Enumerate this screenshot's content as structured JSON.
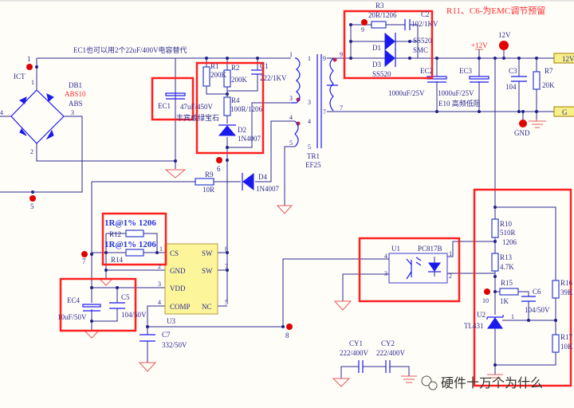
{
  "title_note": "EC1也可以用2个22uF/400V电容替代",
  "emc_note": "R11、C6-为EMC调节预留",
  "watermark": "硬件十万个为什么",
  "colors": {
    "wire": "#2b2b8f",
    "component": "#1a1aee",
    "highlight_box": "#ff2020",
    "ground": "#e55a5a",
    "test_point": "#e00000",
    "ic_fill": "#fcf59a",
    "connector_fill": "#f7f08a"
  },
  "input": {
    "tp1": "1",
    "tp5": "5",
    "ict": "ICT",
    "db1": {
      "ref": "DB1",
      "part_alt": "ABS10",
      "part": "ABS",
      "pin1": "1",
      "pin2": "2",
      "pin3": "3",
      "pin4": "4"
    },
    "ec1": {
      "ref": "EC1",
      "value": "47uF/450V",
      "brand": "丰宾或绿宝石"
    }
  },
  "snubber": {
    "r1": {
      "ref": "R1",
      "value": "200K"
    },
    "r2": {
      "ref": "R2",
      "value": "200K"
    },
    "c1": {
      "ref": "C1",
      "value": "222/1KV"
    },
    "r4": {
      "ref": "R4",
      "value": "100R/1206"
    },
    "d2": {
      "ref": "D2",
      "value": "1N4007"
    }
  },
  "tp6": "6",
  "tp7": "7",
  "tp8": "8",
  "tp9": "9",
  "tp10": "10",
  "r9": {
    "ref": "R9",
    "value": "10R"
  },
  "d4": {
    "ref": "D4",
    "value": "1N4007"
  },
  "transformer": {
    "ref": "TR1",
    "core": "EF25",
    "pins": [
      "1",
      "3",
      "4",
      "5",
      "9",
      "7"
    ]
  },
  "rectifier": {
    "r3": {
      "ref": "R3",
      "value": "20R/1206"
    },
    "c2": {
      "ref": "C2",
      "value": "102/1KV"
    },
    "d1": {
      "ref": "D1",
      "value": "SS520",
      "pkg": "SMC"
    },
    "d3": {
      "ref": "D3",
      "value": "SS520"
    }
  },
  "output": {
    "ec2": {
      "ref": "EC2",
      "value": "1000uF/25V"
    },
    "ec3": {
      "ref": "EC3",
      "value": "1000uF/25V",
      "note": "E10 高频低阻"
    },
    "c3": {
      "ref": "C3",
      "value": "104"
    },
    "r7": {
      "ref": "R7",
      "value": "20K"
    },
    "plus12": "+12V",
    "tp12": "12V",
    "gnd": "GND",
    "conn_12v": "12V",
    "conn_gnd": "G"
  },
  "controller": {
    "ref": "U3",
    "pins_left": [
      {
        "num": "1",
        "name": "CS"
      },
      {
        "num": "2",
        "name": "GND"
      },
      {
        "num": "3",
        "name": "VDD"
      },
      {
        "num": "4",
        "name": "COMP"
      }
    ],
    "pins_right": [
      {
        "num": "8",
        "name": "SW"
      },
      {
        "num": "7",
        "name": "SW"
      },
      {
        "num": "5",
        "name": "NC"
      }
    ],
    "r12": {
      "ref": "R12",
      "value": "1R@1% 1206"
    },
    "r14": {
      "ref": "R14",
      "value": "1R@1% 1206"
    },
    "ec4": {
      "ref": "EC4",
      "value": "10uF/50V"
    },
    "c5": {
      "ref": "C5",
      "value": "104/50V"
    },
    "c7": {
      "ref": "C7",
      "value": "332/50V"
    }
  },
  "opto": {
    "ref": "U1",
    "part": "PC817B",
    "pins": [
      "4",
      "3",
      "1",
      "2"
    ]
  },
  "feedback": {
    "r10": {
      "ref": "R10",
      "value": "510R",
      "pkg": "1206"
    },
    "r13": {
      "ref": "R13",
      "value": "4.7K"
    },
    "r15": {
      "ref": "R15",
      "value": "1K"
    },
    "c6": {
      "ref": "C6",
      "value": "104/50V"
    },
    "u2": {
      "ref": "U2",
      "part": "TL431",
      "pin1": "1"
    },
    "r16": {
      "ref": "R16",
      "value": "39K"
    },
    "r17": {
      "ref": "R17",
      "value": "10K"
    }
  },
  "ycaps": {
    "cy1": {
      "ref": "CY1",
      "value": "222/400V"
    },
    "cy2": {
      "ref": "CY2",
      "value": "222/400V"
    }
  }
}
